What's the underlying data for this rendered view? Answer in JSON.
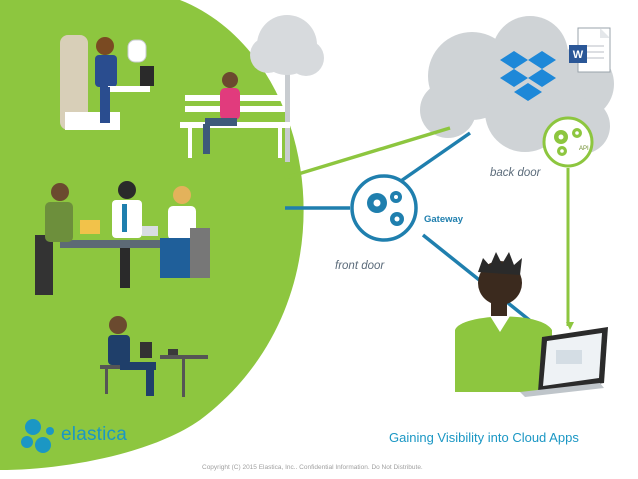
{
  "labels": {
    "back_door": "back door",
    "front_door": "front door",
    "gateway": "Gateway",
    "api": "API"
  },
  "icons": {
    "word_doc": "word-document-icon",
    "dropbox": "dropbox-icon",
    "gears_gateway": "gears-icon",
    "gears_api": "gears-icon",
    "cloud": "cloud-icon",
    "laptop": "laptop-icon",
    "logo": "elastica-logo-icon"
  },
  "footer": {
    "brand": "elastica",
    "tagline": "Gaining Visibility into Cloud Apps",
    "copyright": "Copyright (C) 2015 Elastica, Inc.. Confidential Information. Do Not Distribute."
  },
  "colors": {
    "green": "#8dc63f",
    "blue": "#1f7fae",
    "brand": "#1b97c4",
    "cloud": "#cfd3d6",
    "shirt": "#8dc63f"
  }
}
